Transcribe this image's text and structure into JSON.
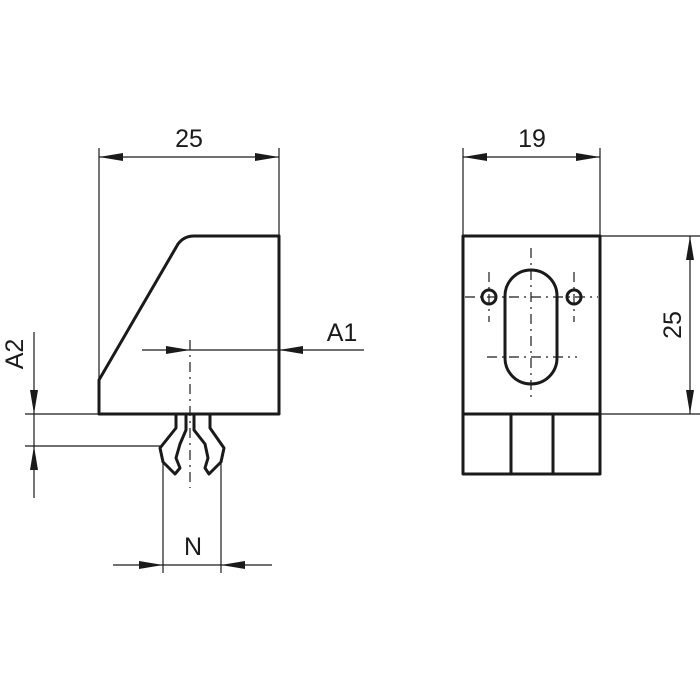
{
  "side_view": {
    "width_label": "25",
    "offset_a1_label": "A1",
    "offset_a2_label": "A2",
    "clip_width_label": "N"
  },
  "front_view": {
    "width_label": "19",
    "height_label": "25"
  }
}
